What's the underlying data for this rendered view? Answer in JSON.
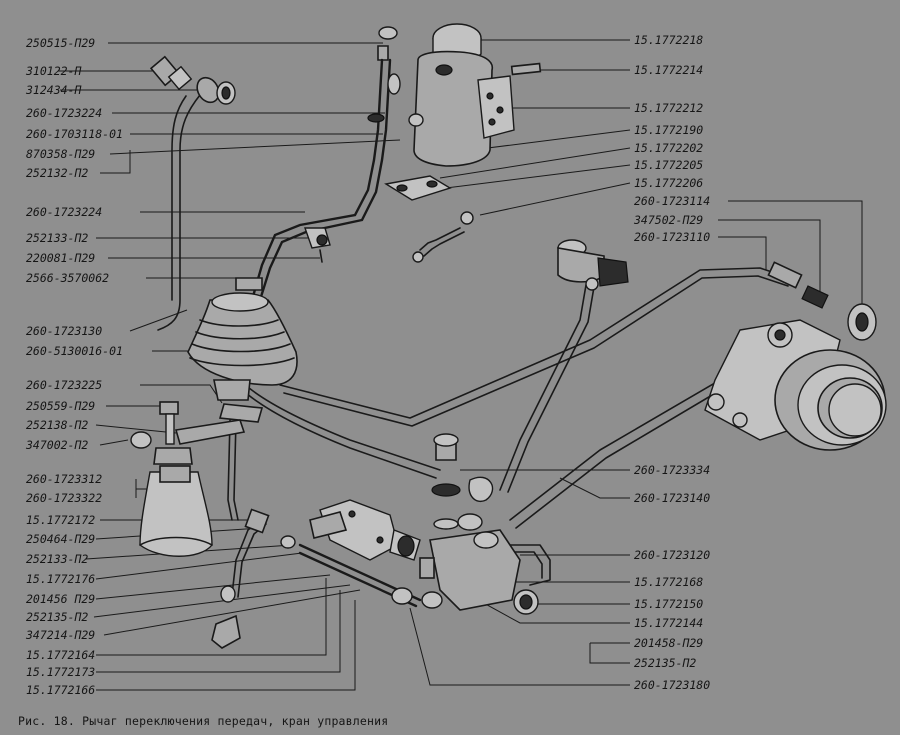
{
  "caption": "Рис. 18. Рычаг переключения передач, кран управления",
  "labels_left": [
    "250515-П29",
    "310122-П",
    "312434-П",
    "260-1723224",
    "260-1703118-01",
    "870358-П29",
    "252132-П2",
    "260-1723224",
    "252133-П2",
    "220081-П29",
    "2566-3570062",
    "260-1723130",
    "260-5130016-01",
    "260-1723225",
    "250559-П29",
    "252138-П2",
    "347002-П2",
    "260-1723312",
    "260-1723322",
    "15.1772172",
    "250464-П29",
    "252133-П2",
    "15.1772176",
    "201456 П29",
    "252135-П2",
    "347214-П29",
    "15.1772164",
    "15.1772173",
    "15.1772166"
  ],
  "labels_right": [
    "15.1772218",
    "15.1772214",
    "15.1772212",
    "15.1772190",
    "15.1772202",
    "15.1772205",
    "15.1772206",
    "260-1723114",
    "347502-П29",
    "260-1723110",
    "260-1723334",
    "260-1723140",
    "260-1723120",
    "15.1772168",
    "15.1772150",
    "15.1772144",
    "201458-П29",
    "252135-П2",
    "260-1723180"
  ]
}
